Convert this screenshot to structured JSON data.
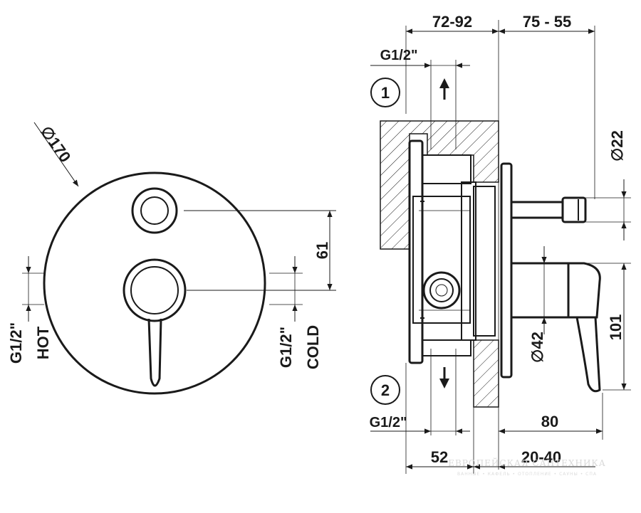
{
  "front_view": {
    "diameter_label": "∅170",
    "center_distance_label": "61",
    "hot_thread_label": "G1/2\"",
    "hot_label": "HOT",
    "cold_thread_label": "G1/2\"",
    "cold_label": "COLD"
  },
  "side_view": {
    "top_left_dim": "72-92",
    "top_right_dim": "75 - 55",
    "top_thread_label": "G1/2\"",
    "outlet_1_label": "1",
    "outlet_2_label": "2",
    "diverter_diameter_label": "∅22",
    "lever_diameter_label": "∅42",
    "lever_height_label": "101",
    "bottom_thread_label": "G1/2\"",
    "projection_label": "80",
    "bottom_left_dim": "52",
    "bottom_right_dim": "20-40"
  },
  "watermark": {
    "line1": "ЕВРОПЕЙСКАЯ САНТЕХНИКА",
    "line2": "ВАННЫЕ • КАФЕЛЬ • ОТОПЛЕНИЕ • САУНЫ • СПА"
  }
}
